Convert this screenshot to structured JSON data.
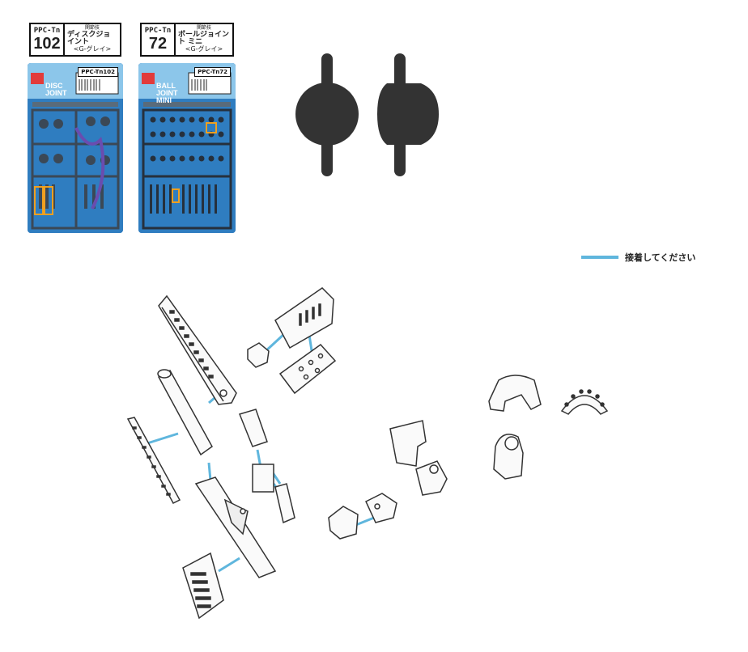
{
  "products": [
    {
      "prefix": "PPC-Tn",
      "number": "102",
      "category": "関節技",
      "name": "ディスクジョイント",
      "color": "<G-グレイ>",
      "package_name": "DISC JOINT",
      "package_code": "PPC-Tn102"
    },
    {
      "prefix": "PPC-Tn",
      "number": "72",
      "category": "関節技",
      "name": "ボールジョイント ミニ",
      "color": "<G-グレイ>",
      "package_name": "BALL JOINT MINI",
      "package_code": "PPC-Tn72"
    }
  ],
  "legend": {
    "label": "接着してください",
    "color": "#5fb6dd"
  },
  "colors": {
    "joint_icon": "#333333",
    "glue_line": "#5fb6dd",
    "highlight": "#f0a020",
    "package_blue": "#2f7dc0"
  },
  "icons": [
    "disc-joint-icon",
    "ball-joint-icon"
  ]
}
